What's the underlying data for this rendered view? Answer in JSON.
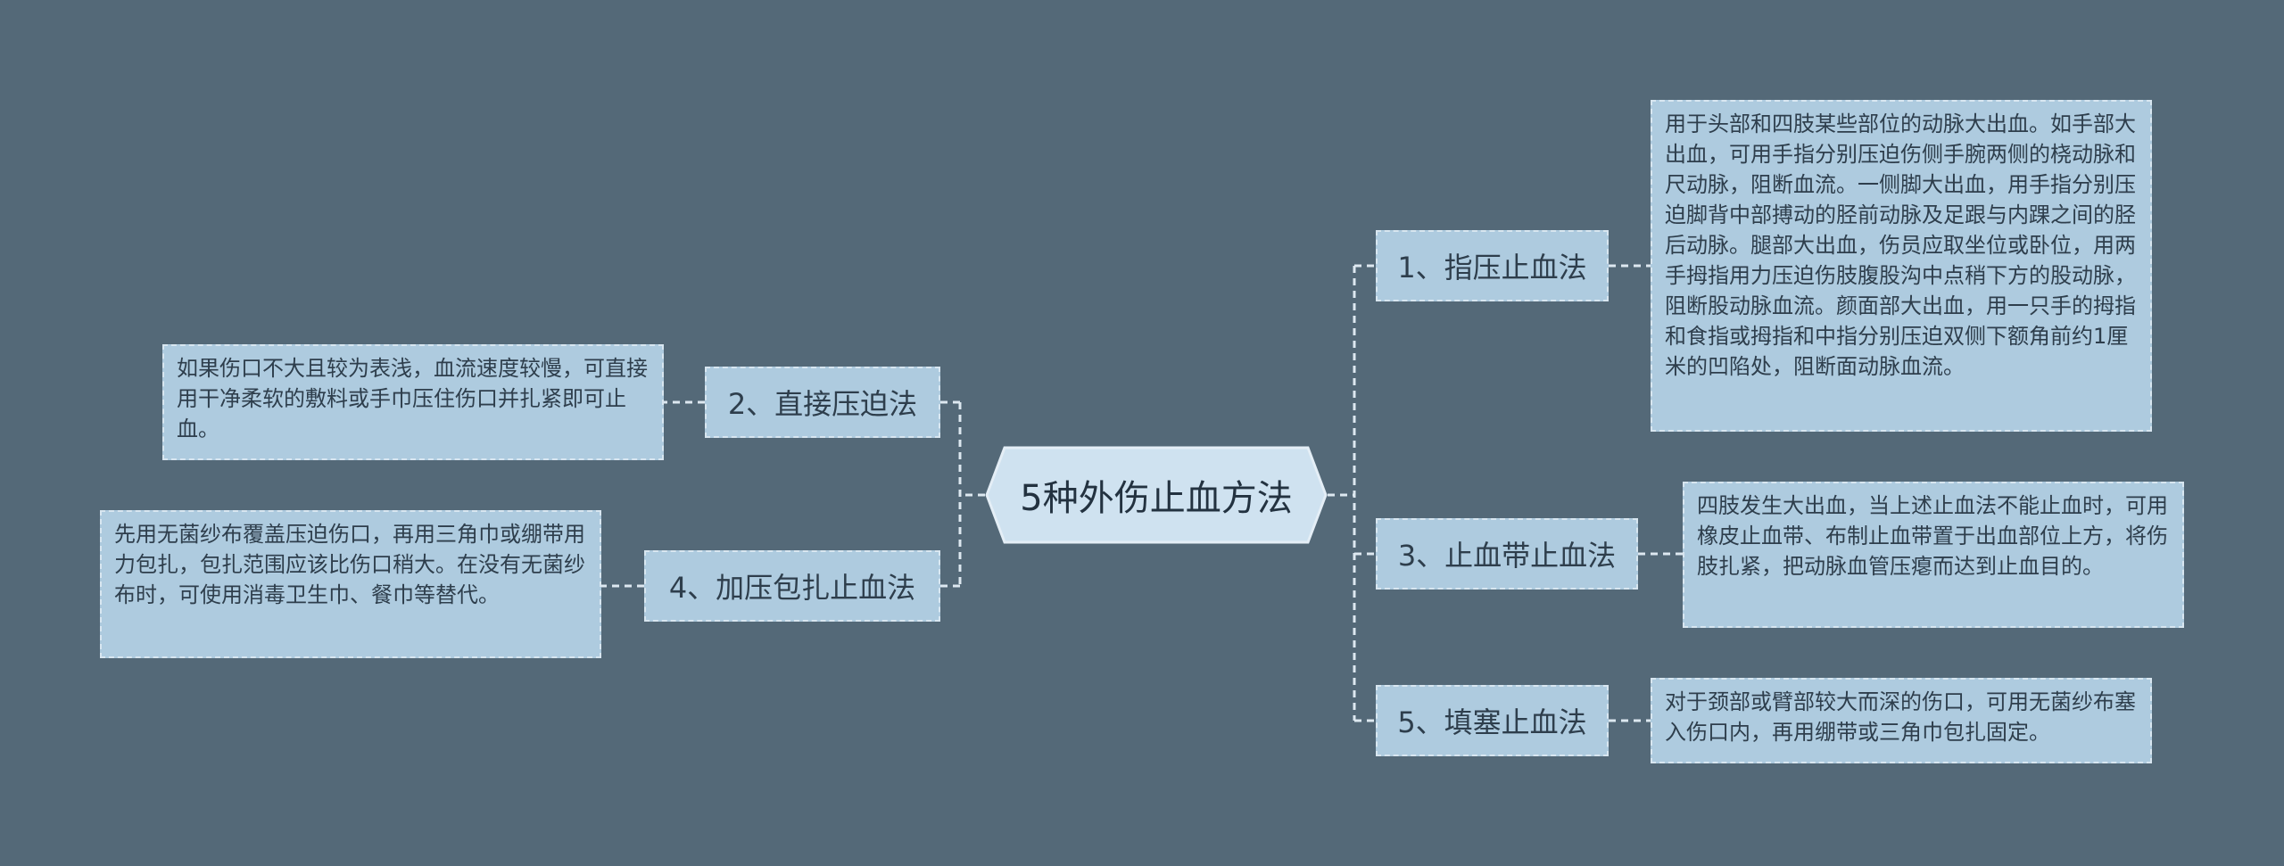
{
  "root": {
    "title": "5种外伤止血方法"
  },
  "branches": [
    {
      "label": "1、指压止血法",
      "text": "用于头部和四肢某些部位的动脉大出血。如手部大出血，可用手指分别压迫伤侧手腕两侧的桡动脉和尺动脉，阻断血流。一侧脚大出血，用手指分别压迫脚背中部搏动的胫前动脉及足跟与内踝之间的胫后动脉。腿部大出血，伤员应取坐位或卧位，用两手拇指用力压迫伤肢腹股沟中点稍下方的股动脉，阻断股动脉血流。颜面部大出血，用一只手的拇指和食指或拇指和中指分别压迫双侧下额角前约1厘米的凹陷处，阻断面动脉血流。"
    },
    {
      "label": "2、直接压迫法",
      "text": "如果伤口不大且较为表浅，血流速度较慢，可直接用干净柔软的敷料或手巾压住伤口并扎紧即可止血。"
    },
    {
      "label": "3、止血带止血法",
      "text": "四肢发生大出血，当上述止血法不能止血时，可用橡皮止血带、布制止血带置于出血部位上方，将伤肢扎紧，把动脉血管压瘪而达到止血目的。"
    },
    {
      "label": "4、加压包扎止血法",
      "text": "先用无菌纱布覆盖压迫伤口，再用三角巾或绷带用力包扎，包扎范围应该比伤口稍大。在没有无菌纱布时，可使用消毒卫生巾、餐巾等替代。"
    },
    {
      "label": "5、填塞止血法",
      "text": "对于颈部或臂部较大而深的伤口，可用无菌纱布塞入伤口内，再用绷带或三角巾包扎固定。"
    }
  ],
  "colors": {
    "background": "#546978",
    "node_fill": "#aecbdf",
    "root_fill": "#cfe2f0",
    "line": "#dde8f0"
  }
}
